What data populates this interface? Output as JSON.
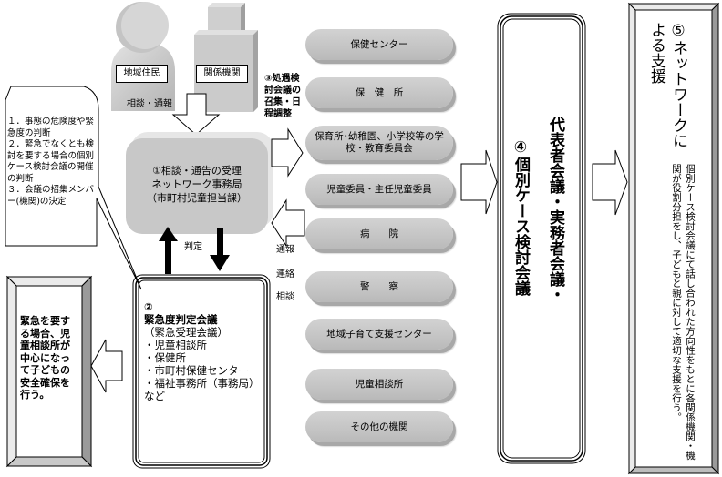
{
  "actors": {
    "residents": "地域住民",
    "agencies": "関係機関"
  },
  "labels": {
    "consult_report": "相談・通報",
    "judgment": "判定",
    "step3": "③処遇検討会議の召集・日程調整",
    "report": "通報",
    "contact": "連絡",
    "consult": "相談"
  },
  "callout": {
    "lines": [
      "１．事態の危険度や緊急度の判断",
      "２．緊急でなくとも検討を要する場合の個別ケース検討会議の開催の判断",
      "３．会議の招集メンバー(機関)の決定"
    ]
  },
  "office": {
    "line1": "①相談・通告の受理",
    "line2": "ネットワーク事務局",
    "line3": "（市町村児童担当課）"
  },
  "urgency_meeting": {
    "number": "②",
    "title": "緊急度判定会議",
    "subtitle": "（緊急受理会議）",
    "members": [
      "・児童相談所",
      "・保健所",
      "・市町村保健センター",
      "・福祉事務所（事務局）など"
    ]
  },
  "emergency_note": "緊急を要する場合、児童相談所が中心になって子どもの安全確保を行う。",
  "organizations": [
    "保健センター",
    "保　健　所",
    "保育所･幼稚園、小学校等の学校・教育委員会",
    "児童委員・主任児童委員",
    "病　　院",
    "警　　察",
    "地域子育て支援センター",
    "児童相談所",
    "その他の機関"
  ],
  "case_meeting": {
    "title": "④個別ケース検討会議",
    "sub": "代表者会議・実務者会議・"
  },
  "network_support": {
    "title": "⑤ネットワークによる支援",
    "body": "個別ケース検討会議にて話し合われた方向性をもとに各関係機関・機関が役割分担をし、子どもと親に対して適切な支援を行う。"
  },
  "colors": {
    "pill_gray": "#c6c6c6",
    "frame_gray": "#a0a0a0",
    "box_gray": "#c8c8c8"
  }
}
